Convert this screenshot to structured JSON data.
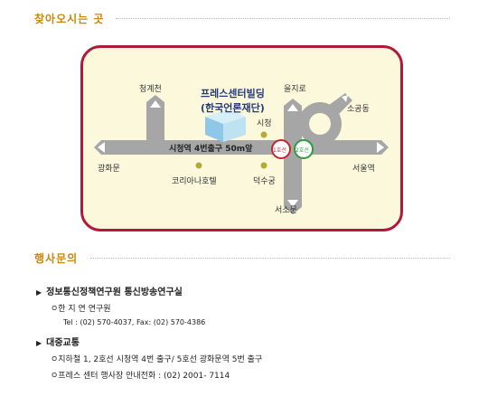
{
  "sections": {
    "directions_title": "찾아오시는 곳",
    "inquiry_title": "행사문의"
  },
  "map": {
    "building_line1": "프레스센터빌딩",
    "building_line2": "(한국언론재단)",
    "road_label": "시청역  4번출구  50m앞",
    "places": {
      "cheonggyecheon": "청계천",
      "euljiro": "을지로",
      "sogongdong": "소공동",
      "cityhall": "시청",
      "gwanghwamun": "광화문",
      "koreana_hotel": "코리아나호텔",
      "deoksugung": "덕수궁",
      "seoul_station": "서울역",
      "seosomun": "서소문"
    },
    "line1": "1호선",
    "line2": "2호선",
    "colors": {
      "road": "#a6a6a6",
      "line1": "#c3242f",
      "line2": "#2f9b3a",
      "border": "#b3183a"
    }
  },
  "contact": {
    "org": "정보통신정책연구원 통신방송연구실",
    "person": "ㅇ한 지 연 연구원",
    "phones": "Tel : (02) 570-4037,     Fax: (02) 570-4386",
    "transit_title": "대중교통",
    "transit": "ㅇ지하철 1, 2호선 시청역 4번 출구/ 5호선 광화문역 5번 출구",
    "venue": "ㅇ프레스 센터 행사장 안내전화 : (02) 2001- 7114"
  }
}
